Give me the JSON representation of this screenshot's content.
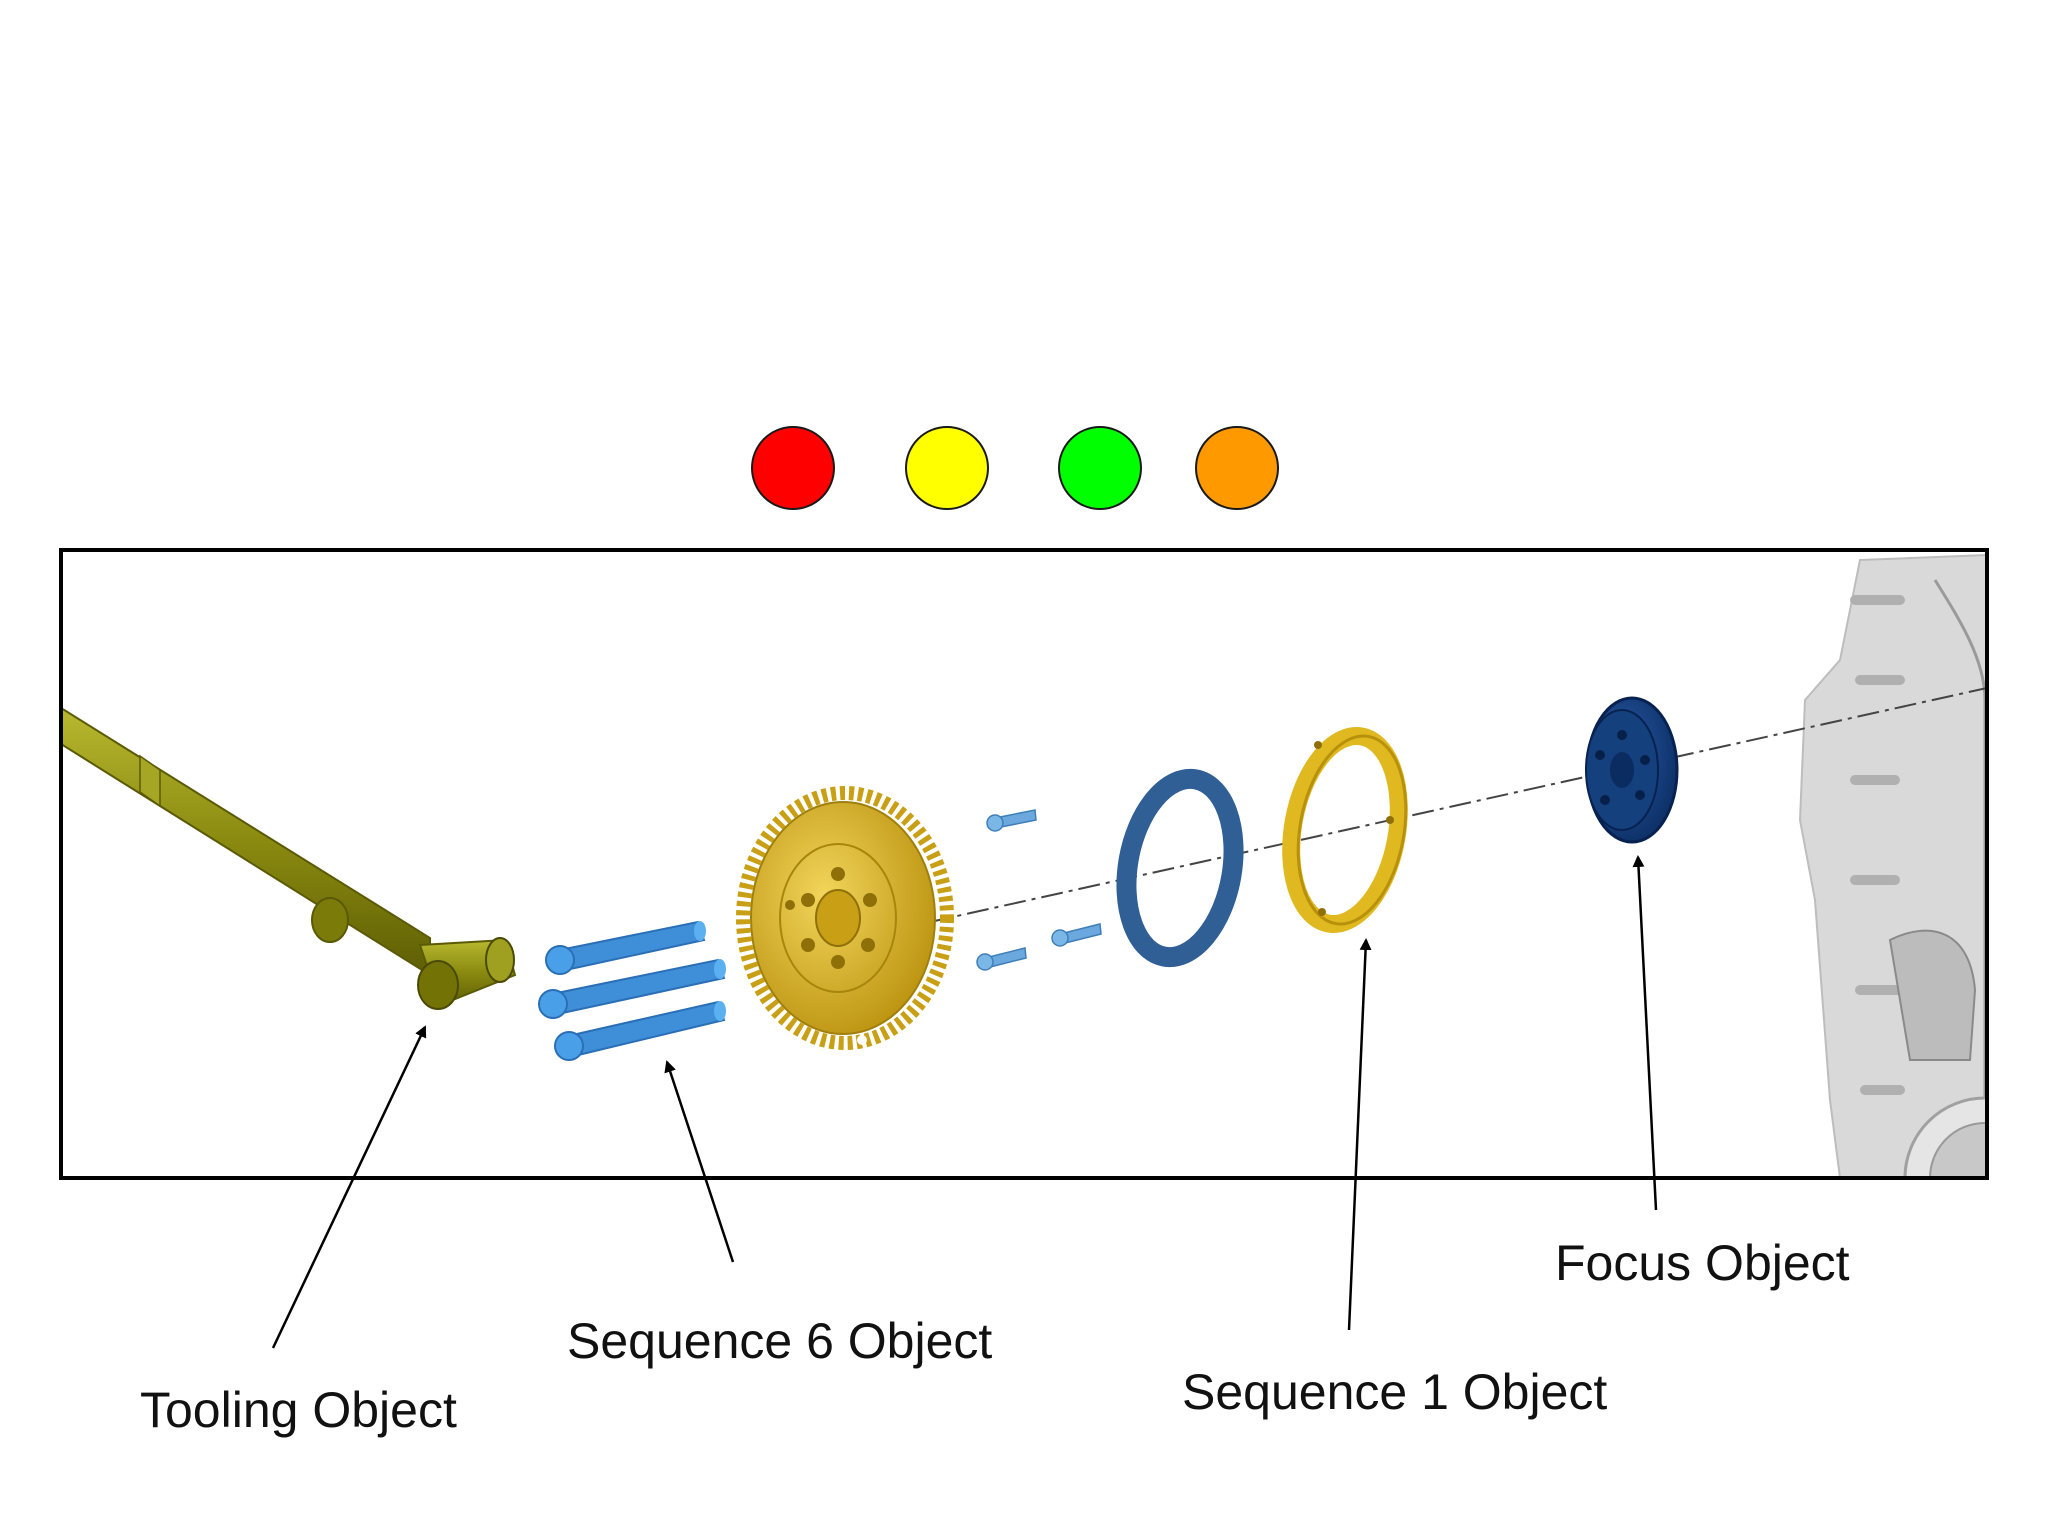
{
  "status_dots": [
    {
      "name": "red",
      "color": "#ff0000"
    },
    {
      "name": "yellow",
      "color": "#ffff00"
    },
    {
      "name": "green",
      "color": "#00ff00"
    },
    {
      "name": "orange",
      "color": "#ff9900"
    }
  ],
  "labels": {
    "tooling": "Tooling Object",
    "sequence6": "Sequence 6 Object",
    "sequence1": "Sequence 1 Object",
    "focus": "Focus Object"
  },
  "colors": {
    "tooling": "#8a8a10",
    "sequence6": "#3f8fd8",
    "gear": "#d9b21e",
    "blue_ring": "#2f5f95",
    "gold_ring": "#e0b81f",
    "focus": "#0d3a78",
    "housing": "#d3d3d3"
  }
}
